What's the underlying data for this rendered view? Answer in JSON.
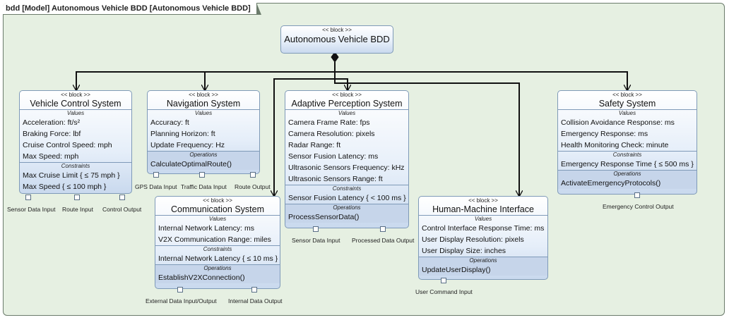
{
  "frame": {
    "title": "bdd [Model] Autonomous Vehicle BDD [Autonomous Vehicle BDD]"
  },
  "stereotype": "<< block >>",
  "compartments": {
    "values": "Values",
    "constraints": "Constraints",
    "operations": "Operations"
  },
  "root": {
    "name": "Autonomous Vehicle BDD"
  },
  "blocks": {
    "vehicle_control": {
      "name": "Vehicle Control System",
      "values": [
        "Acceleration: ft/s²",
        "Braking Force: lbf",
        "Cruise Control Speed: mph",
        "Max Speed: mph"
      ],
      "constraints": [
        "Max Cruise Limit { ≤ 75 mph }",
        "Max Speed { ≤ 100 mph }"
      ],
      "ports": [
        "Sensor Data Input",
        "Route Input",
        "Control Output"
      ]
    },
    "navigation": {
      "name": "Navigation System",
      "values": [
        "Accuracy: ft",
        "Planning Horizon: ft",
        "Update Frequency: Hz"
      ],
      "operations": [
        "CalculateOptimalRoute()"
      ],
      "ports": [
        "GPS Data Input",
        "Traffic Data Input",
        "Route Output"
      ]
    },
    "communication": {
      "name": "Communication System",
      "values": [
        "Internal Network Latency: ms",
        "V2X Communication Range: miles"
      ],
      "constraints": [
        "Internal Network Latency { ≤ 10 ms }"
      ],
      "operations": [
        "EstablishV2XConnection()"
      ],
      "ports": [
        "External Data Input/Output",
        "Internal Data Output"
      ]
    },
    "perception": {
      "name": "Adaptive Perception System",
      "values": [
        "Camera Frame Rate: fps",
        "Camera Resolution: pixels",
        "Radar Range: ft",
        "Sensor Fusion Latency: ms",
        "Ultrasonic Sensors Frequency: kHz",
        "Ultrasonic Sensors Range: ft"
      ],
      "constraints": [
        "Sensor Fusion Latency { < 100 ms }"
      ],
      "operations": [
        "ProcessSensorData()"
      ],
      "ports": [
        "Sensor Data Input",
        "Processed Data Output"
      ]
    },
    "hmi": {
      "name": "Human-Machine Interface",
      "values": [
        "Control Interface Response Time: ms",
        "User Display Resolution: pixels",
        "User Display Size: inches"
      ],
      "operations": [
        "UpdateUserDisplay()"
      ],
      "ports": [
        "User Command Input"
      ]
    },
    "safety": {
      "name": "Safety System",
      "values": [
        "Collision Avoidance Response: ms",
        "Emergency Response: ms",
        "Health Monitoring Check: minute"
      ],
      "constraints": [
        "Emergency Response Time { ≤ 500 ms }"
      ],
      "operations": [
        "ActivateEmergencyProtocols()"
      ],
      "ports": [
        "Emergency Control Output"
      ]
    }
  }
}
